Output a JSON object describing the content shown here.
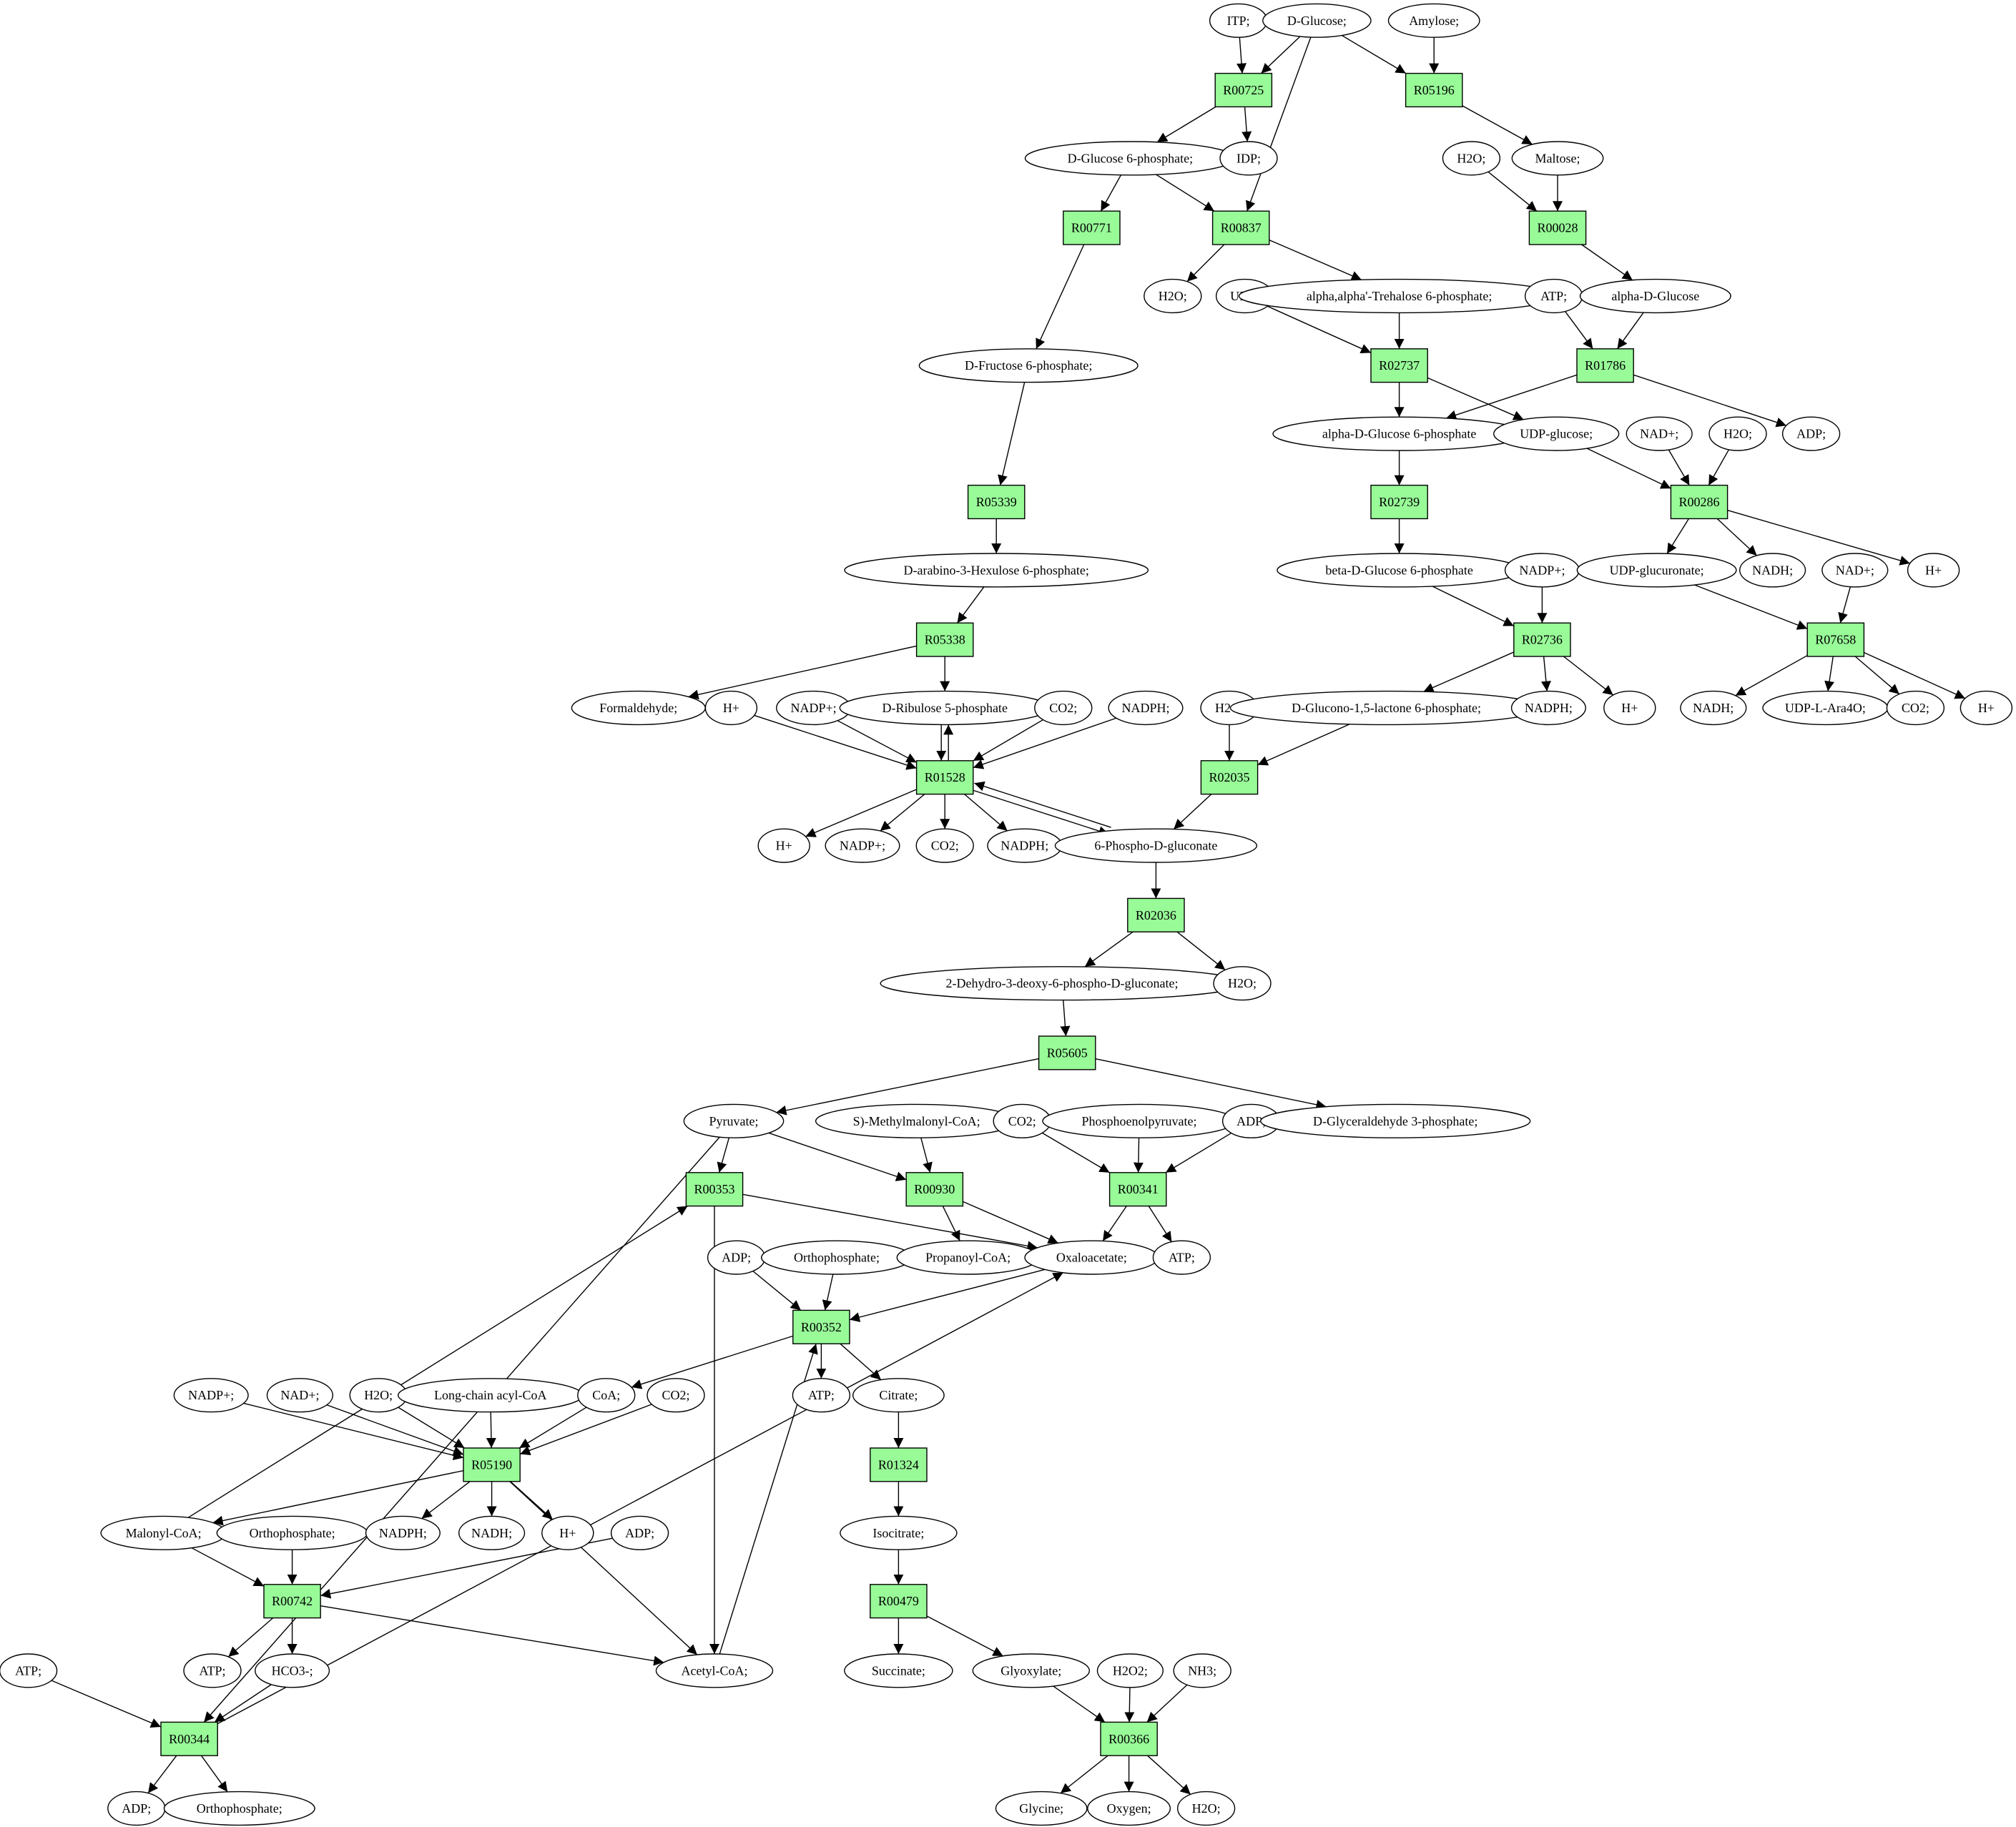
{
  "colors": {
    "reaction_fill": "#98fb98",
    "start_fill": "#00ff00",
    "target_fill": "#ffff00",
    "metabolite_fill": "#ffffff",
    "stroke": "#000000"
  },
  "nodes": {
    "itp": {
      "label": "ITP;",
      "kind": "metabolite"
    },
    "dglc": {
      "label": "D-Glucose;",
      "kind": "metabolite",
      "status": "start"
    },
    "amylose": {
      "label": "Amylose;",
      "kind": "metabolite"
    },
    "r00725": {
      "label": "R00725",
      "kind": "reaction"
    },
    "r05196": {
      "label": "R05196",
      "kind": "reaction"
    },
    "dg6p": {
      "label": "D-Glucose 6-phosphate;",
      "kind": "metabolite"
    },
    "idp": {
      "label": "IDP;",
      "kind": "metabolite"
    },
    "h2o_1": {
      "label": "H2O;",
      "kind": "metabolite"
    },
    "maltose": {
      "label": "Maltose;",
      "kind": "metabolite"
    },
    "r00771": {
      "label": "R00771",
      "kind": "reaction"
    },
    "r00837": {
      "label": "R00837",
      "kind": "reaction"
    },
    "r00028": {
      "label": "R00028",
      "kind": "reaction"
    },
    "h2o_2": {
      "label": "H2O;",
      "kind": "metabolite"
    },
    "udp_1": {
      "label": "UDP;",
      "kind": "metabolite"
    },
    "tre6p": {
      "label": "alpha,alpha'-Trehalose 6-phosphate;",
      "kind": "metabolite"
    },
    "atp_1": {
      "label": "ATP;",
      "kind": "metabolite"
    },
    "adglc": {
      "label": "alpha-D-Glucose",
      "kind": "metabolite"
    },
    "f6p": {
      "label": "D-Fructose 6-phosphate;",
      "kind": "metabolite"
    },
    "r02737": {
      "label": "R02737",
      "kind": "reaction"
    },
    "r01786": {
      "label": "R01786",
      "kind": "reaction"
    },
    "adg6p": {
      "label": "alpha-D-Glucose 6-phosphate",
      "kind": "metabolite"
    },
    "udpglc": {
      "label": "UDP-glucose;",
      "kind": "metabolite"
    },
    "nad_1": {
      "label": "NAD+;",
      "kind": "metabolite"
    },
    "h2o_3": {
      "label": "H2O;",
      "kind": "metabolite"
    },
    "adp_1": {
      "label": "ADP;",
      "kind": "metabolite"
    },
    "r05339": {
      "label": "R05339",
      "kind": "reaction"
    },
    "r02739": {
      "label": "R02739",
      "kind": "reaction"
    },
    "r00286": {
      "label": "R00286",
      "kind": "reaction"
    },
    "hu6p": {
      "label": "D-arabino-3-Hexulose 6-phosphate;",
      "kind": "metabolite"
    },
    "bdg6p": {
      "label": "beta-D-Glucose 6-phosphate",
      "kind": "metabolite"
    },
    "nadp_1": {
      "label": "NADP+;",
      "kind": "metabolite"
    },
    "udpgluc": {
      "label": "UDP-glucuronate;",
      "kind": "metabolite"
    },
    "nadh_1": {
      "label": "NADH;",
      "kind": "metabolite"
    },
    "nad_2": {
      "label": "NAD+;",
      "kind": "metabolite"
    },
    "hplus_1": {
      "label": "H+",
      "kind": "metabolite"
    },
    "r05338": {
      "label": "R05338",
      "kind": "reaction"
    },
    "r02736": {
      "label": "R02736",
      "kind": "reaction"
    },
    "r07658": {
      "label": "R07658",
      "kind": "reaction"
    },
    "formald": {
      "label": "Formaldehyde;",
      "kind": "metabolite"
    },
    "hplus_2": {
      "label": "H+",
      "kind": "metabolite"
    },
    "nadp_2": {
      "label": "NADP+;",
      "kind": "metabolite"
    },
    "ru5p": {
      "label": "D-Ribulose 5-phosphate",
      "kind": "metabolite"
    },
    "co2_1": {
      "label": "CO2;",
      "kind": "metabolite"
    },
    "nadph_1": {
      "label": "NADPH;",
      "kind": "metabolite"
    },
    "h2o_4": {
      "label": "H2O;",
      "kind": "metabolite"
    },
    "glcnlac": {
      "label": "D-Glucono-1,5-lactone 6-phosphate;",
      "kind": "metabolite"
    },
    "nadph_2": {
      "label": "NADPH;",
      "kind": "metabolite"
    },
    "hplus_3": {
      "label": "H+",
      "kind": "metabolite"
    },
    "nadh_2": {
      "label": "NADH;",
      "kind": "metabolite"
    },
    "udpara": {
      "label": "UDP-L-Ara4O;",
      "kind": "metabolite"
    },
    "co2_2": {
      "label": "CO2;",
      "kind": "metabolite"
    },
    "hplus_4": {
      "label": "H+",
      "kind": "metabolite"
    },
    "r01528": {
      "label": "R01528",
      "kind": "reaction"
    },
    "r02035": {
      "label": "R02035",
      "kind": "reaction"
    },
    "hplus_5": {
      "label": "H+",
      "kind": "metabolite"
    },
    "nadp_3": {
      "label": "NADP+;",
      "kind": "metabolite"
    },
    "co2_3": {
      "label": "CO2;",
      "kind": "metabolite"
    },
    "nadph_3": {
      "label": "NADPH;",
      "kind": "metabolite"
    },
    "pgc": {
      "label": "6-Phospho-D-gluconate",
      "kind": "metabolite"
    },
    "r02036": {
      "label": "R02036",
      "kind": "reaction"
    },
    "kdpg": {
      "label": "2-Dehydro-3-deoxy-6-phospho-D-gluconate;",
      "kind": "metabolite"
    },
    "h2o_5": {
      "label": "H2O;",
      "kind": "metabolite"
    },
    "r05605": {
      "label": "R05605",
      "kind": "reaction"
    },
    "pyr": {
      "label": "Pyruvate;",
      "kind": "metabolite"
    },
    "smmcoa": {
      "label": "S)-Methylmalonyl-CoA;",
      "kind": "metabolite"
    },
    "co2_4": {
      "label": "CO2;",
      "kind": "metabolite"
    },
    "pep": {
      "label": "Phosphoenolpyruvate;",
      "kind": "metabolite"
    },
    "adp_2": {
      "label": "ADP;",
      "kind": "metabolite"
    },
    "g3p": {
      "label": "D-Glyceraldehyde 3-phosphate;",
      "kind": "metabolite"
    },
    "r00353": {
      "label": "R00353",
      "kind": "reaction"
    },
    "r00930": {
      "label": "R00930",
      "kind": "reaction"
    },
    "r00341": {
      "label": "R00341",
      "kind": "reaction"
    },
    "adp_3": {
      "label": "ADP;",
      "kind": "metabolite"
    },
    "pi_1": {
      "label": "Orthophosphate;",
      "kind": "metabolite"
    },
    "ppcoa": {
      "label": "Propanoyl-CoA;",
      "kind": "metabolite"
    },
    "oaa": {
      "label": "Oxaloacetate;",
      "kind": "metabolite"
    },
    "atp_2": {
      "label": "ATP;",
      "kind": "metabolite"
    },
    "r00352": {
      "label": "R00352",
      "kind": "reaction"
    },
    "nadp_4": {
      "label": "NADP+;",
      "kind": "metabolite"
    },
    "nad_3": {
      "label": "NAD+;",
      "kind": "metabolite"
    },
    "h2o_6": {
      "label": "H2O;",
      "kind": "metabolite"
    },
    "lcacoa": {
      "label": "Long-chain acyl-CoA",
      "kind": "metabolite"
    },
    "coa": {
      "label": "CoA;",
      "kind": "metabolite"
    },
    "co2_5": {
      "label": "CO2;",
      "kind": "metabolite"
    },
    "atp_3": {
      "label": "ATP;",
      "kind": "metabolite"
    },
    "cit": {
      "label": "Citrate;",
      "kind": "metabolite"
    },
    "r05190": {
      "label": "R05190",
      "kind": "reaction"
    },
    "r01324": {
      "label": "R01324",
      "kind": "reaction"
    },
    "malcoa": {
      "label": "Malonyl-CoA;",
      "kind": "metabolite"
    },
    "pi_2": {
      "label": "Orthophosphate;",
      "kind": "metabolite"
    },
    "nadph_4": {
      "label": "NADPH;",
      "kind": "metabolite"
    },
    "nadh_3": {
      "label": "NADH;",
      "kind": "metabolite"
    },
    "hplus_6": {
      "label": "H+",
      "kind": "metabolite"
    },
    "adp_4": {
      "label": "ADP;",
      "kind": "metabolite"
    },
    "icit": {
      "label": "Isocitrate;",
      "kind": "metabolite"
    },
    "r00742": {
      "label": "R00742",
      "kind": "reaction"
    },
    "r00479": {
      "label": "R00479",
      "kind": "reaction"
    },
    "atp_4": {
      "label": "ATP;",
      "kind": "metabolite"
    },
    "atp_5": {
      "label": "ATP;",
      "kind": "metabolite"
    },
    "hco3": {
      "label": "HCO3-;",
      "kind": "metabolite"
    },
    "accoa": {
      "label": "Acetyl-CoA;",
      "kind": "metabolite"
    },
    "succ": {
      "label": "Succinate;",
      "kind": "metabolite"
    },
    "glx": {
      "label": "Glyoxylate;",
      "kind": "metabolite"
    },
    "h2o2": {
      "label": "H2O2;",
      "kind": "metabolite"
    },
    "nh3": {
      "label": "NH3;",
      "kind": "metabolite"
    },
    "r00344": {
      "label": "R00344",
      "kind": "reaction"
    },
    "r00366": {
      "label": "R00366",
      "kind": "reaction"
    },
    "adp_5": {
      "label": "ADP;",
      "kind": "metabolite"
    },
    "pi_3": {
      "label": "Orthophosphate;",
      "kind": "metabolite"
    },
    "gly": {
      "label": "Glycine;",
      "kind": "metabolite",
      "status": "target"
    },
    "oxygen": {
      "label": "Oxygen;",
      "kind": "metabolite"
    },
    "h2o_7": {
      "label": "H2O;",
      "kind": "metabolite"
    }
  },
  "edges": [
    [
      "itp",
      "r00725"
    ],
    [
      "dglc",
      "r00725"
    ],
    [
      "dglc",
      "r00837"
    ],
    [
      "dglc",
      "r05196"
    ],
    [
      "amylose",
      "r05196"
    ],
    [
      "r00725",
      "dg6p"
    ],
    [
      "r00725",
      "idp"
    ],
    [
      "r05196",
      "maltose"
    ],
    [
      "dg6p",
      "r00771"
    ],
    [
      "dg6p",
      "r00837"
    ],
    [
      "h2o_1",
      "r00028"
    ],
    [
      "maltose",
      "r00028"
    ],
    [
      "r00837",
      "h2o_2"
    ],
    [
      "r00837",
      "tre6p"
    ],
    [
      "r00028",
      "adglc"
    ],
    [
      "r00771",
      "f6p"
    ],
    [
      "udp_1",
      "r02737"
    ],
    [
      "tre6p",
      "r02737"
    ],
    [
      "atp_1",
      "r01786"
    ],
    [
      "adglc",
      "r01786"
    ],
    [
      "r02737",
      "adg6p"
    ],
    [
      "r02737",
      "udpglc"
    ],
    [
      "r01786",
      "adg6p"
    ],
    [
      "r01786",
      "adp_1"
    ],
    [
      "f6p",
      "r05339"
    ],
    [
      "adg6p",
      "r02739"
    ],
    [
      "udpglc",
      "r00286"
    ],
    [
      "nad_1",
      "r00286"
    ],
    [
      "h2o_3",
      "r00286"
    ],
    [
      "r05339",
      "hu6p"
    ],
    [
      "r02739",
      "bdg6p"
    ],
    [
      "r00286",
      "udpgluc"
    ],
    [
      "r00286",
      "nadh_1"
    ],
    [
      "r00286",
      "hplus_1"
    ],
    [
      "hu6p",
      "r05338"
    ],
    [
      "bdg6p",
      "r02736"
    ],
    [
      "nadp_1",
      "r02736"
    ],
    [
      "udpgluc",
      "r07658"
    ],
    [
      "nad_2",
      "r07658"
    ],
    [
      "r05338",
      "formald"
    ],
    [
      "r05338",
      "ru5p"
    ],
    [
      "r02736",
      "glcnlac"
    ],
    [
      "r02736",
      "nadph_2"
    ],
    [
      "r02736",
      "hplus_3"
    ],
    [
      "r07658",
      "nadh_2"
    ],
    [
      "r07658",
      "udpara"
    ],
    [
      "r07658",
      "co2_2"
    ],
    [
      "r07658",
      "hplus_4"
    ],
    [
      "hplus_2",
      "r01528"
    ],
    [
      "nadp_2",
      "r01528"
    ],
    [
      "ru5p",
      "r01528"
    ],
    [
      "co2_1",
      "r01528"
    ],
    [
      "nadph_1",
      "r01528"
    ],
    [
      "pgc",
      "r01528"
    ],
    [
      "r01528",
      "ru5p"
    ],
    [
      "r01528",
      "hplus_5"
    ],
    [
      "r01528",
      "nadp_3"
    ],
    [
      "r01528",
      "co2_3"
    ],
    [
      "r01528",
      "nadph_3"
    ],
    [
      "r01528",
      "pgc"
    ],
    [
      "h2o_4",
      "r02035"
    ],
    [
      "glcnlac",
      "r02035"
    ],
    [
      "r02035",
      "pgc"
    ],
    [
      "pgc",
      "r02036"
    ],
    [
      "r02036",
      "kdpg"
    ],
    [
      "r02036",
      "h2o_5"
    ],
    [
      "kdpg",
      "r05605"
    ],
    [
      "r05605",
      "pyr"
    ],
    [
      "r05605",
      "g3p"
    ],
    [
      "pyr",
      "r00353"
    ],
    [
      "pyr",
      "r00930"
    ],
    [
      "pyr",
      "r00344"
    ],
    [
      "smmcoa",
      "r00930"
    ],
    [
      "co2_4",
      "r00341"
    ],
    [
      "pep",
      "r00341"
    ],
    [
      "adp_2",
      "r00341"
    ],
    [
      "r00353",
      "oaa"
    ],
    [
      "r00353",
      "accoa"
    ],
    [
      "r00930",
      "ppcoa"
    ],
    [
      "r00930",
      "oaa"
    ],
    [
      "r00341",
      "oaa"
    ],
    [
      "r00341",
      "atp_2"
    ],
    [
      "adp_3",
      "r00352"
    ],
    [
      "pi_1",
      "r00352"
    ],
    [
      "oaa",
      "r00352"
    ],
    [
      "accoa",
      "r00352"
    ],
    [
      "r00352",
      "coa"
    ],
    [
      "r00352",
      "atp_3"
    ],
    [
      "r00352",
      "cit"
    ],
    [
      "nadp_4",
      "r05190"
    ],
    [
      "nad_3",
      "r05190"
    ],
    [
      "h2o_6",
      "r05190"
    ],
    [
      "lcacoa",
      "r05190"
    ],
    [
      "coa",
      "r05190"
    ],
    [
      "co2_5",
      "r05190"
    ],
    [
      "r05190",
      "malcoa"
    ],
    [
      "r05190",
      "nadph_4"
    ],
    [
      "r05190",
      "nadh_3"
    ],
    [
      "r05190",
      "hplus_6"
    ],
    [
      "r05190",
      "accoa"
    ],
    [
      "cit",
      "r01324"
    ],
    [
      "r01324",
      "icit"
    ],
    [
      "icit",
      "r00479"
    ],
    [
      "r00479",
      "succ"
    ],
    [
      "r00479",
      "glx"
    ],
    [
      "malcoa",
      "r00353"
    ],
    [
      "malcoa",
      "r00742"
    ],
    [
      "pi_2",
      "r00742"
    ],
    [
      "adp_4",
      "r00742"
    ],
    [
      "r00742",
      "atp_4"
    ],
    [
      "r00742",
      "hco3"
    ],
    [
      "r00742",
      "accoa"
    ],
    [
      "atp_5",
      "r00344"
    ],
    [
      "hco3",
      "r00344"
    ],
    [
      "r00344",
      "adp_5"
    ],
    [
      "r00344",
      "pi_3"
    ],
    [
      "r00344",
      "oaa"
    ],
    [
      "glx",
      "r00366"
    ],
    [
      "h2o2",
      "r00366"
    ],
    [
      "nh3",
      "r00366"
    ],
    [
      "r00366",
      "gly"
    ],
    [
      "r00366",
      "oxygen"
    ],
    [
      "r00366",
      "h2o_7"
    ]
  ]
}
